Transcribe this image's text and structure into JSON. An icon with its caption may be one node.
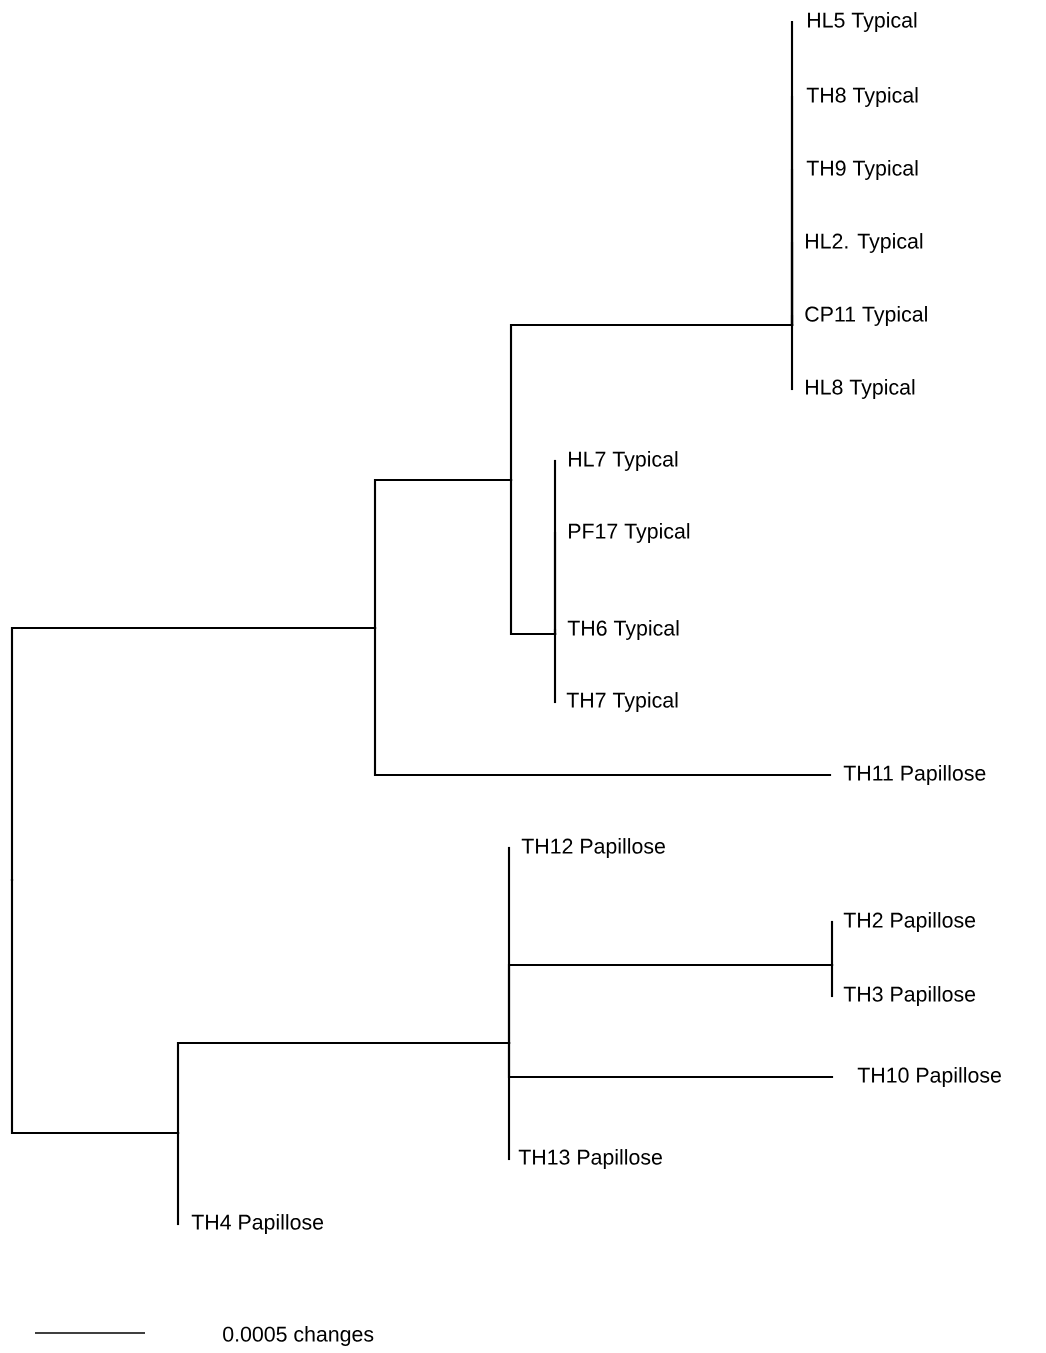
{
  "diagram": {
    "nodes": [
      {
        "text": [],
        "shape": "point"
      },
      {
        "text": [],
        "shape": "point"
      },
      {
        "text": [],
        "shape": "point"
      },
      {
        "text": [],
        "shape": "point"
      },
      {
        "text": [
          "HL5 Typical"
        ]
      },
      {
        "text": [
          "TH8 Typical"
        ]
      },
      {
        "text": [
          "TH9 Typical"
        ]
      },
      {
        "text": [
          "HL2. Typical"
        ]
      },
      {
        "text": [
          "CP11 Typical"
        ]
      },
      {
        "text": [
          "HL8 Typical"
        ]
      },
      {
        "text": [],
        "shape": "point"
      },
      {
        "text": [
          "HL7 Typical"
        ]
      },
      {
        "text": [
          "PF17 Typical"
        ]
      },
      {
        "text": [
          "TH6 Typical"
        ]
      },
      {
        "text": [
          "TH7 Typical"
        ]
      },
      {
        "text": [
          "TH11 Papillose"
        ]
      },
      {
        "text": [],
        "shape": "point"
      },
      {
        "text": [],
        "shape": "point"
      },
      {
        "text": [
          "TH12 Papillose"
        ]
      },
      {
        "text": [],
        "shape": "point"
      },
      {
        "text": [
          "TH2 Papillose"
        ]
      },
      {
        "text": [
          "TH3 Papillose"
        ]
      },
      {
        "text": [
          "TH10 Papillose"
        ]
      },
      {
        "text": [
          "TH13 Papillose"
        ]
      },
      {
        "text": [
          "TH4 Papillose"
        ]
      }
    ],
    "edges": [
      {
        "from": 0,
        "to": 1,
        "arrow": "none"
      },
      {
        "from": 1,
        "to": 2,
        "arrow": "none"
      },
      {
        "from": 2,
        "to": 3,
        "arrow": "none"
      },
      {
        "from": 3,
        "to": 4,
        "arrow": "none"
      },
      {
        "from": 3,
        "to": 5,
        "arrow": "none"
      },
      {
        "from": 3,
        "to": 6,
        "arrow": "none"
      },
      {
        "from": 3,
        "to": 7,
        "arrow": "none"
      },
      {
        "from": 3,
        "to": 8,
        "arrow": "none"
      },
      {
        "from": 3,
        "to": 9,
        "arrow": "none"
      },
      {
        "from": 2,
        "to": 10,
        "arrow": "none"
      },
      {
        "from": 10,
        "to": 11,
        "arrow": "none"
      },
      {
        "from": 10,
        "to": 12,
        "arrow": "none"
      },
      {
        "from": 10,
        "to": 13,
        "arrow": "none"
      },
      {
        "from": 10,
        "to": 14,
        "arrow": "none"
      },
      {
        "from": 1,
        "to": 15,
        "arrow": "none"
      },
      {
        "from": 0,
        "to": 16,
        "arrow": "none"
      },
      {
        "from": 16,
        "to": 17,
        "arrow": "none"
      },
      {
        "from": 17,
        "to": 18,
        "arrow": "none"
      },
      {
        "from": 17,
        "to": 19,
        "arrow": "none"
      },
      {
        "from": 19,
        "to": 20,
        "arrow": "none"
      },
      {
        "from": 19,
        "to": 21,
        "arrow": "none"
      },
      {
        "from": 17,
        "to": 22,
        "arrow": "none"
      },
      {
        "from": 17,
        "to": 23,
        "arrow": "none"
      },
      {
        "from": 16,
        "to": 24,
        "arrow": "none"
      }
    ],
    "labels": [
      "0.0005 changes"
    ]
  }
}
